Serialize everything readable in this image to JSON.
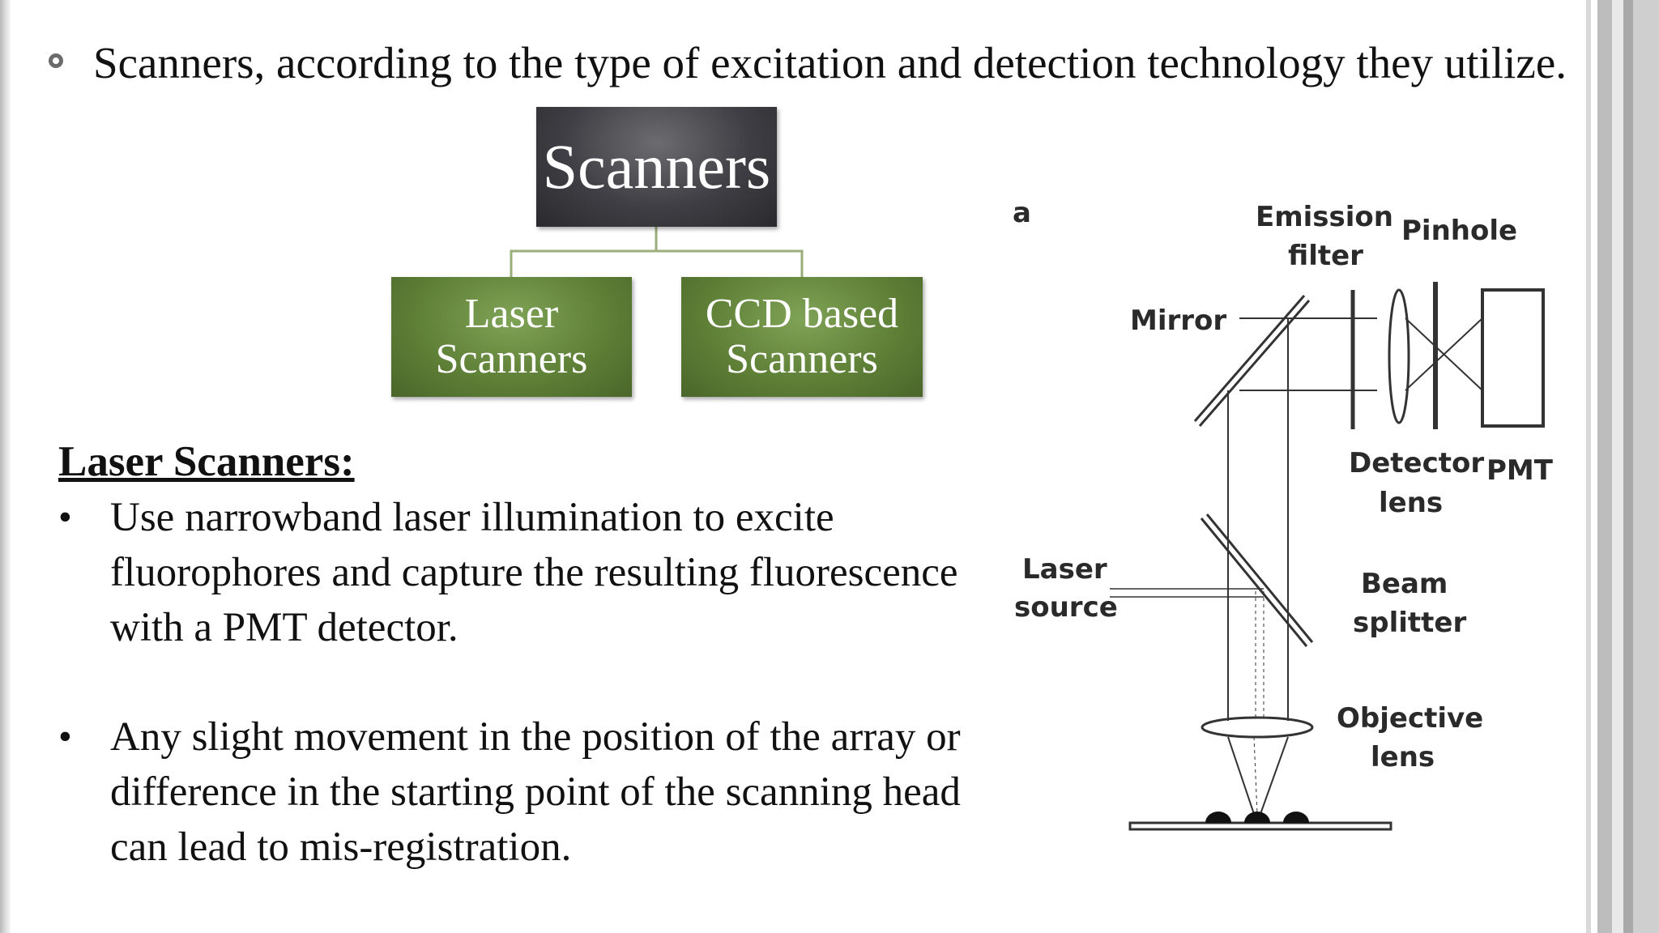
{
  "slide": {
    "heading": "Scanners, according to the type of excitation and detection technology they utilize.",
    "org_chart": {
      "root": "Scanners",
      "children": [
        "Laser Scanners",
        "CCD based Scanners"
      ]
    },
    "section_title": "Laser Scanners:",
    "bullets": [
      "Use narrowband laser illumination to excite fluorophores and capture the resulting fluorescence with a PMT detector.",
      "Any slight movement in the position of the array or difference in the starting point of the scanning head can lead to mis-registration."
    ],
    "diagram_labels": {
      "panel": "a",
      "emission_1": "Emission",
      "emission_2": "filter",
      "pinhole": "Pinhole",
      "mirror": "Mirror",
      "detector_1": "Detector",
      "detector_2": "lens",
      "pmt": "PMT",
      "laser_1": "Laser",
      "laser_2": "source",
      "beam_1": "Beam",
      "beam_2": "splitter",
      "objective_1": "Objective",
      "objective_2": "lens"
    },
    "colors": {
      "root_box": "#3e3e44",
      "child_box": "#5f8037",
      "connector": "#9aae7a",
      "bullet_ring": "#6b6b6b"
    }
  }
}
